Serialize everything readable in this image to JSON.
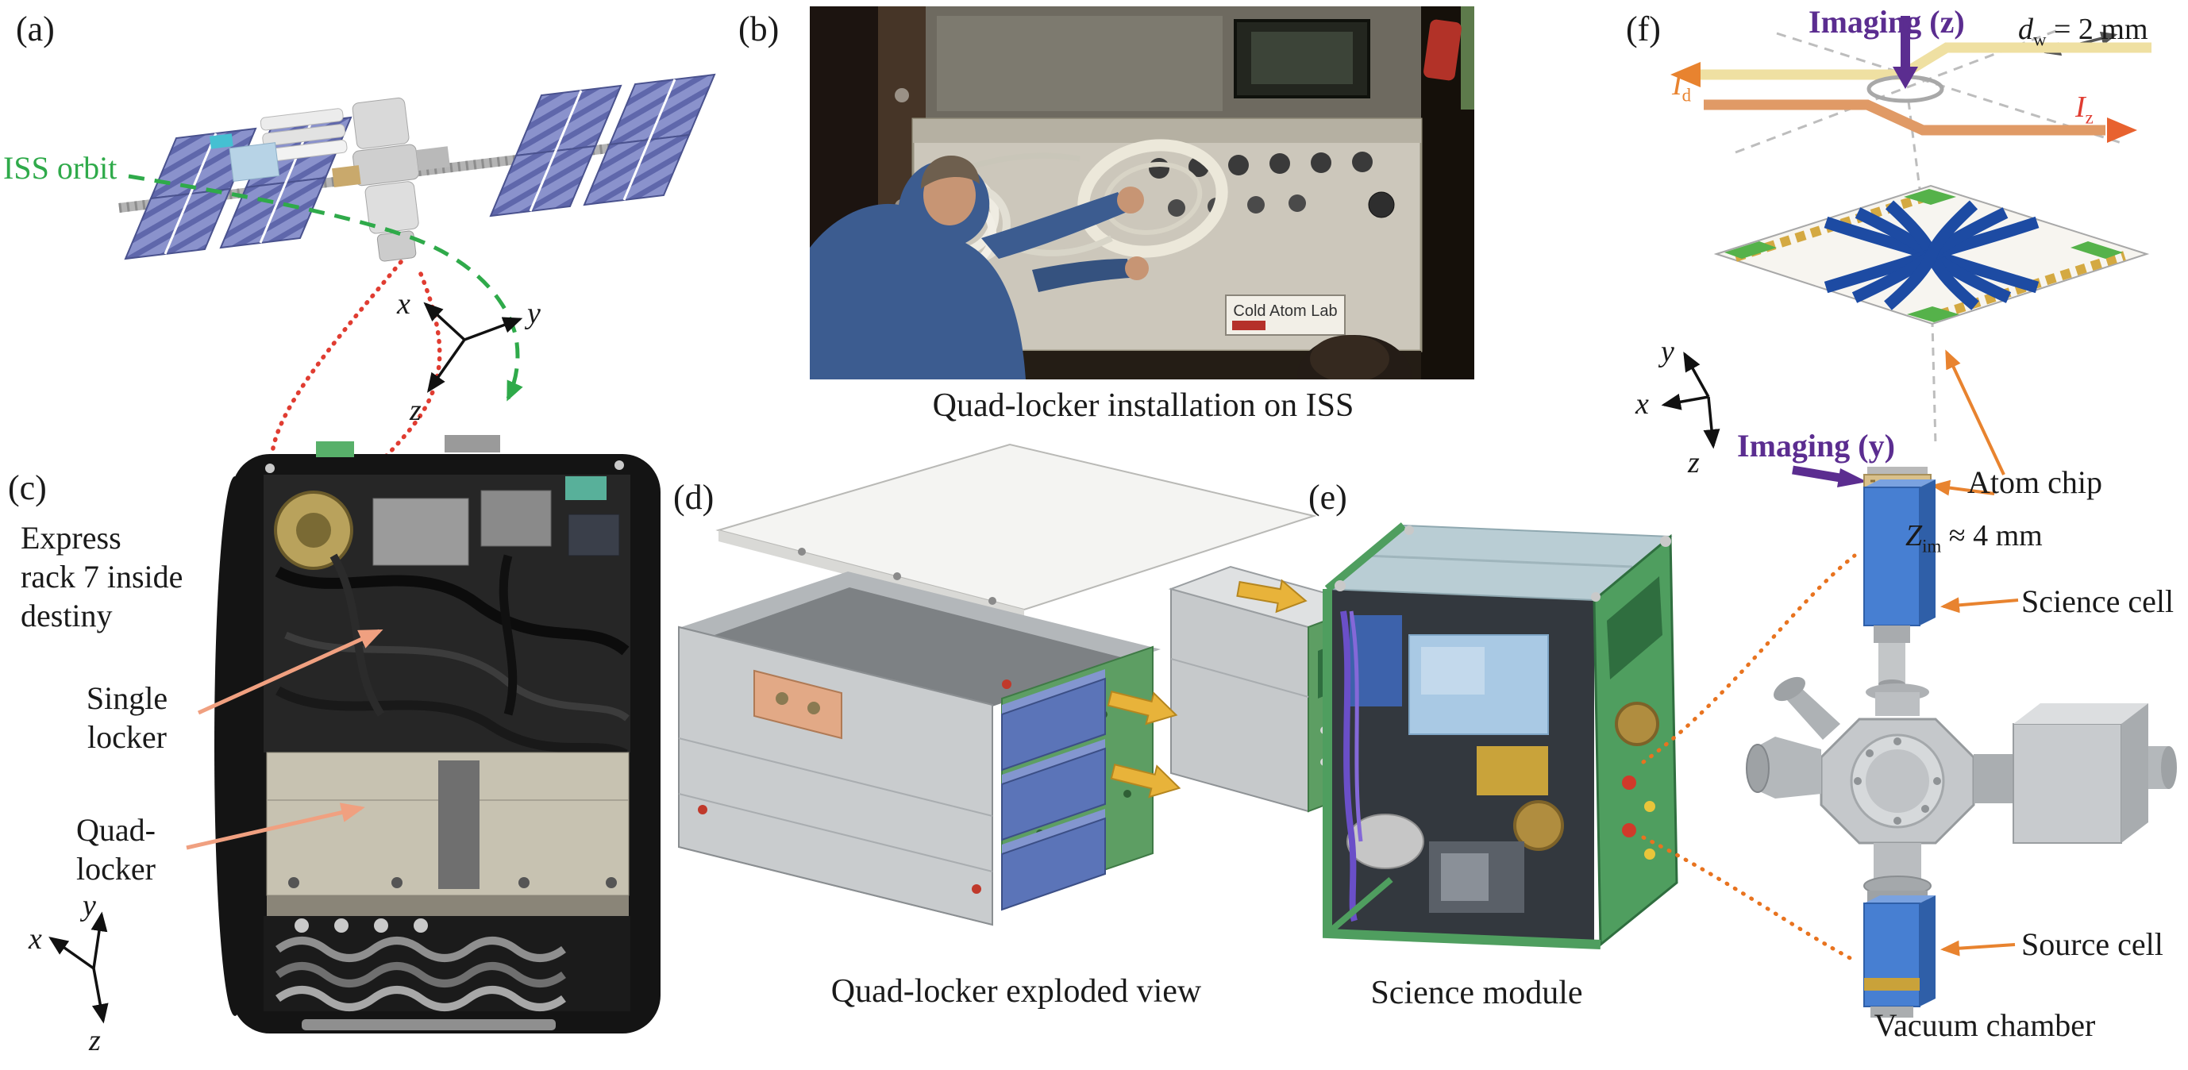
{
  "panels": {
    "a": {
      "label": "(a)",
      "orbit_label": "ISS orbit",
      "axes": {
        "x": "x",
        "y": "y",
        "z": "z"
      }
    },
    "b": {
      "label": "(b)",
      "caption": "Quad-locker installation on ISS",
      "device_label": "Cold Atom Lab"
    },
    "c": {
      "label": "(c)",
      "rack_lines": [
        "Express",
        "rack 7 inside",
        "destiny"
      ],
      "single_locker_lines": [
        "Single",
        "locker"
      ],
      "quad_locker_lines": [
        "Quad-",
        "locker"
      ],
      "axes": {
        "x": "x",
        "y": "y",
        "z": "z"
      }
    },
    "d": {
      "label": "(d)",
      "caption": "Quad-locker exploded view"
    },
    "e": {
      "label": "(e)",
      "caption": "Science module"
    },
    "f": {
      "label": "(f)",
      "imaging_z_label": "Imaging (z)",
      "imaging_y_label": "Imaging (y)",
      "wire_width": {
        "base": "d",
        "sub": "w",
        "rest": " = 2 mm"
      },
      "current_d": {
        "base": "I",
        "sub": "d"
      },
      "current_z": {
        "base": "I",
        "sub": "z"
      },
      "imaging_distance": {
        "base": "Z",
        "sub": "im",
        "rest": " ≈ 4 mm"
      },
      "atom_chip_label": "Atom chip",
      "science_cell_label": "Science cell",
      "source_cell_label": "Source cell",
      "vacuum_chamber_label": "Vacuum chamber",
      "axes": {
        "x": "x",
        "y": "y",
        "z": "z"
      }
    }
  },
  "colors": {
    "background": "#ffffff",
    "orbit_green": "#2faa4a",
    "trajectory_red": "#e03c31",
    "imaging_purple": "#5b2d90",
    "current_orange": "#e8832f",
    "label_arrow_salmon": "#f0a080",
    "connector_orange": "#e8731f",
    "cell_blue": "#477fd2",
    "chip_trace_blue": "#1d4ba3",
    "pcb_green": "#5d9e63",
    "module_green": "#4f9e5f",
    "exploded_arrow_yellow": "#e8b33a",
    "solar_panel_blue": "#8a92cc"
  }
}
